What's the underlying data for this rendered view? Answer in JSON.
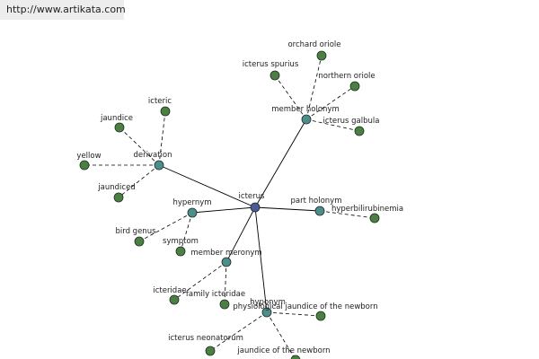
{
  "watermark": {
    "text": "http://www.artikata.com"
  },
  "colors": {
    "center": "#4a5a96",
    "relation": "#4e8d8d",
    "leaf": "#4c7f42",
    "edge": "#000000"
  },
  "graph": {
    "center": "icterus",
    "relations": [
      {
        "label": "member holonym",
        "items": [
          "orchard oriole",
          "icterus spurius",
          "northern oriole",
          "icterus galbula"
        ]
      },
      {
        "label": "derivation",
        "items": [
          "icteric",
          "jaundice",
          "yellow",
          "jaundiced"
        ]
      },
      {
        "label": "hypernym",
        "items": [
          "bird genus",
          "symptom"
        ]
      },
      {
        "label": "part holonym",
        "items": [
          "hyperbilirubinemia"
        ]
      },
      {
        "label": "member meronym",
        "items": [
          "icteridae",
          "family icteridae"
        ]
      },
      {
        "label": "hyponym",
        "items": [
          "physiological jaundice of the newborn",
          "icterus neonatorum",
          "jaundice of the newborn"
        ]
      }
    ]
  }
}
